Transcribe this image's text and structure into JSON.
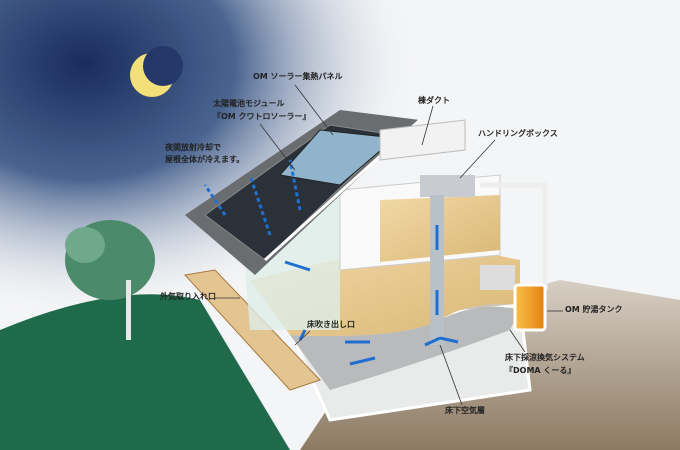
{
  "labels": {
    "solar_panel": "OM ソーラー集熱パネル",
    "pv_module_line1": "太陽電池モジュール",
    "pv_module_line2": "『OM クワトロソーラー』",
    "night_cooling_line1": "夜間放射冷却で",
    "night_cooling_line2": "屋根全体が冷えます。",
    "ridge_duct": "棟ダクト",
    "handling_box": "ハンドリングボックス",
    "outside_air_intake": "外気取り入れ口",
    "floor_outlet": "床吹き出し口",
    "hot_water_tank": "OM 貯湯タンク",
    "doma_line1": "床下採涼換気システム",
    "doma_line2": "『DOMA くーる』",
    "underfloor_air_layer": "床下空気層"
  },
  "colors": {
    "night_sky": "#1d2f5e",
    "moon": "#f4e07a",
    "airflow_arrow": "#1f6fd0",
    "roof_panel": "#2b3138",
    "tank": "#f5a21c"
  }
}
